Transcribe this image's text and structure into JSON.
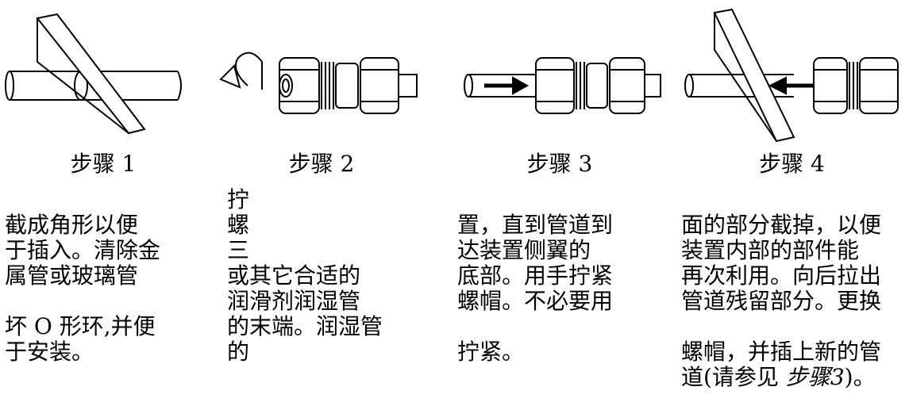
{
  "steps": [
    {
      "label": "步骤 1",
      "lines": [
        "截成角形以便",
        "于插入。清除金",
        "属管或玻璃管",
        "坏 O 形环,并便",
        "于安装。"
      ]
    },
    {
      "label": "步骤 2",
      "lines": [
        "拧",
        "螺",
        "三",
        "或其它合适的",
        "润滑剂润湿管",
        "的末端。润湿管",
        "的"
      ]
    },
    {
      "label": "步骤 3",
      "lines": [
        "置，直到管道到",
        "达装置侧翼的",
        "底部。用手拧紧",
        "螺帽。不必要用",
        "拧紧。"
      ]
    },
    {
      "label": "步骤 4",
      "lines": [
        "面的部分截掉，以便",
        "装置内部的部件能",
        "再次利用。向后拉出",
        "管道残留部分。更换",
        "螺帽，并插上新的管"
      ],
      "last_line_prefix": "道(请参见 ",
      "last_line_italic": "步骤3",
      "last_line_suffix": ")。"
    }
  ],
  "icons": [
    "angled-cut-tube-icon",
    "twist-arrow-fitting-icon",
    "insert-arrow-fitting-icon",
    "cut-tube-fitting-icon"
  ]
}
